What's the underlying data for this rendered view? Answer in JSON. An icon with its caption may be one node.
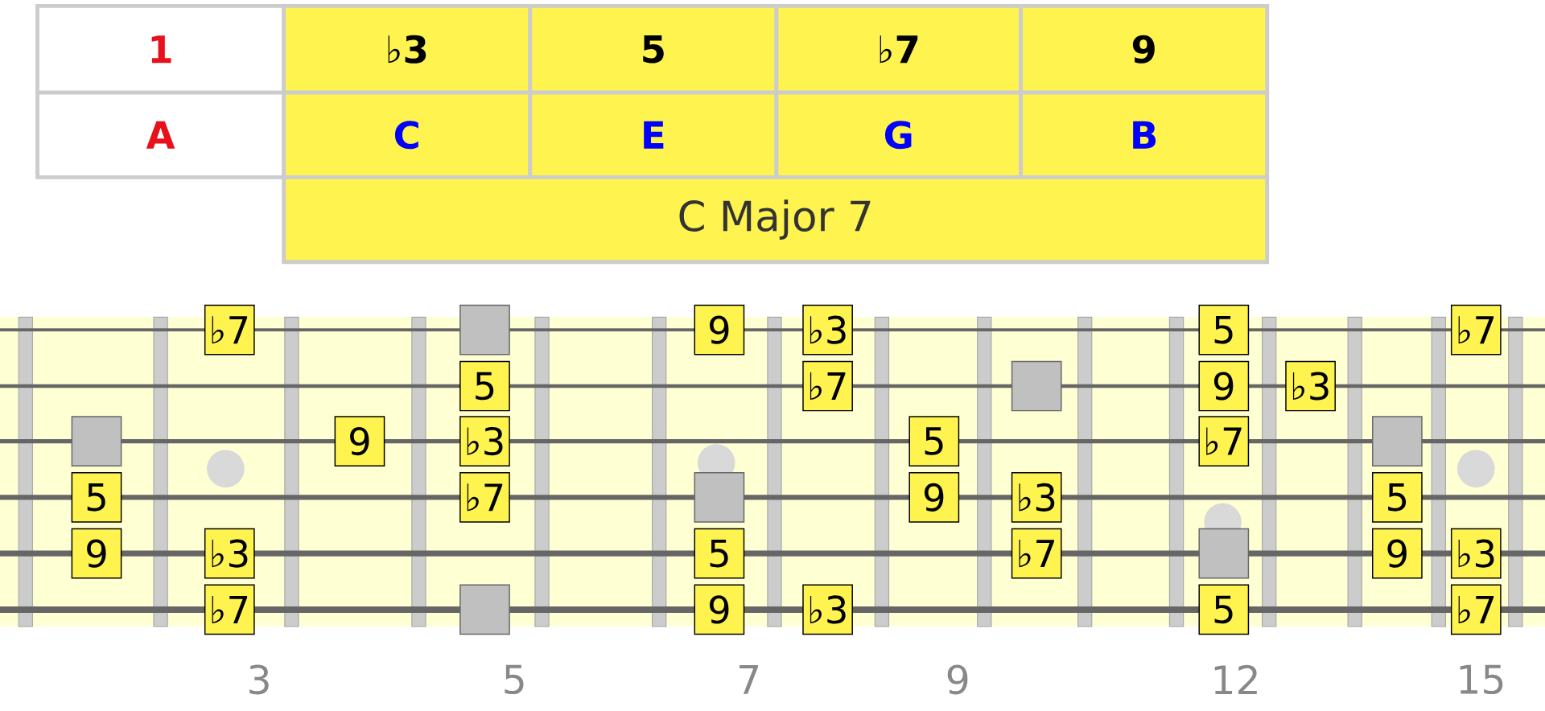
{
  "diagram": {
    "nodes": [
      {
        "text": [
          "♭7"
        ]
      },
      {
        "text": [],
        "shape": "box"
      },
      {
        "text": [
          "9"
        ]
      },
      {
        "text": [
          "♭3"
        ]
      },
      {
        "text": [
          "5"
        ]
      },
      {
        "text": [
          "♭7"
        ]
      },
      {
        "text": [
          "5"
        ]
      },
      {
        "text": [
          "♭7"
        ]
      },
      {
        "text": [],
        "shape": "box"
      },
      {
        "text": [
          "9"
        ]
      },
      {
        "text": [
          "♭3"
        ]
      },
      {
        "text": [],
        "shape": "box"
      },
      {
        "text": [
          "9"
        ]
      },
      {
        "text": [
          "♭3"
        ]
      },
      {
        "text": [
          "5"
        ]
      },
      {
        "text": [
          "♭7"
        ]
      },
      {
        "text": [],
        "shape": "box"
      },
      {
        "text": [
          "5"
        ]
      },
      {
        "text": [
          "♭7"
        ]
      },
      {
        "text": [],
        "shape": "box"
      },
      {
        "text": [
          "9"
        ]
      },
      {
        "text": [
          "♭3"
        ]
      },
      {
        "text": [
          "5"
        ]
      },
      {
        "text": [
          "9"
        ]
      },
      {
        "text": [
          "♭3"
        ]
      },
      {
        "text": [
          "5"
        ]
      },
      {
        "text": [
          "♭7"
        ]
      },
      {
        "text": [],
        "shape": "box"
      },
      {
        "text": [
          "9"
        ]
      },
      {
        "text": [
          "♭3"
        ]
      },
      {
        "text": [
          "♭7"
        ]
      },
      {
        "text": [],
        "shape": "box"
      },
      {
        "text": [
          "9"
        ]
      },
      {
        "text": [
          "♭3"
        ]
      },
      {
        "text": [
          "5"
        ]
      },
      {
        "text": [
          "♭7"
        ]
      }
    ],
    "labels": [
      "1",
      "♭3",
      "5",
      "♭7",
      "9",
      "A",
      "C",
      "E",
      "G",
      "B",
      "C Major 7",
      "3",
      "5",
      "7",
      "9",
      "12",
      "15"
    ]
  }
}
